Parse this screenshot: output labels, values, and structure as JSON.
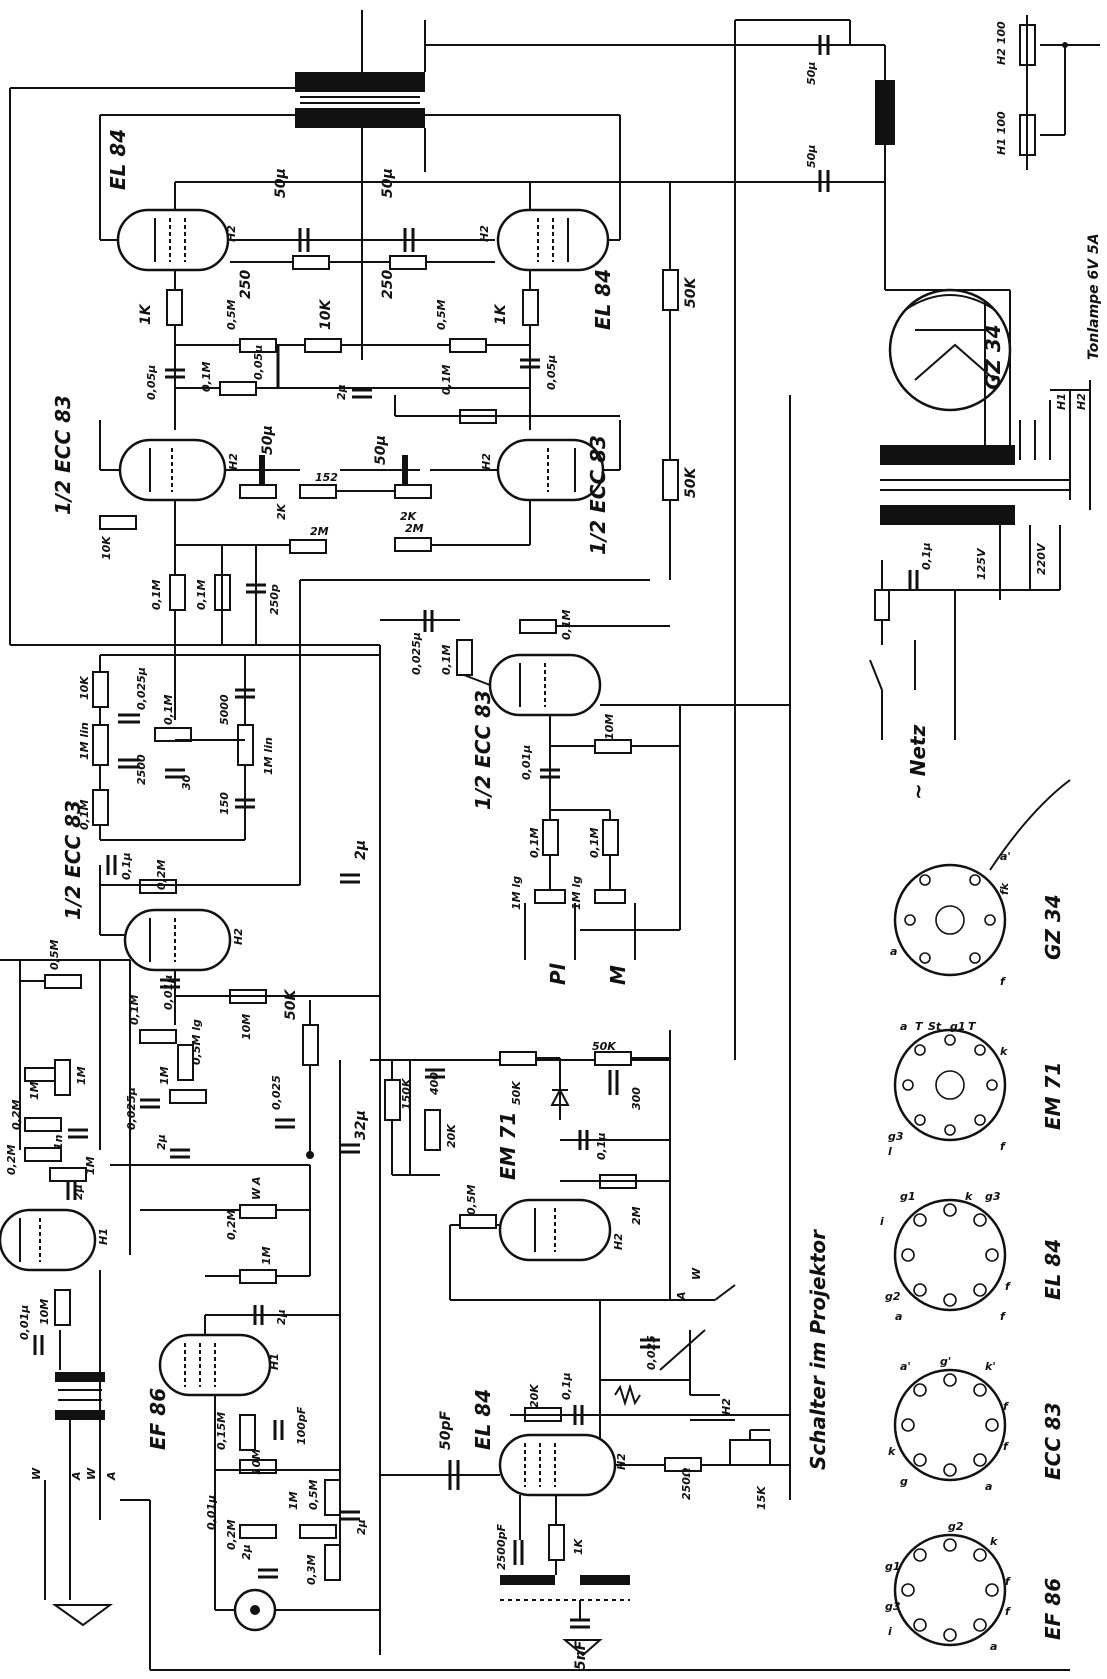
{
  "tubes": {
    "el84_top_left": "EL 84",
    "el84_top_right": "EL 84",
    "ecc83_left": "1/2 ECC 83",
    "ecc83_right": "1/2 ECC 83",
    "ecc83_mid": "1/2 ECC 83",
    "ecc83_tone": "1/2 ECC 83",
    "gz34": "GZ 34",
    "em71": "EM 71",
    "ef86": "EF 86",
    "el84_bottom": "EL 84"
  },
  "heater_marks": [
    "H2",
    "H2",
    "H2",
    "H2",
    "H2",
    "H1",
    "H1",
    "H2",
    "H2",
    "H2"
  ],
  "components": {
    "top": [
      "50µ",
      "250",
      "50µ",
      "250",
      "1K",
      "10K",
      "1K",
      "0,5M",
      "0,5M",
      "0,05µ",
      "0,05µ",
      "0,05µ",
      "2µ",
      "0,1M",
      "0,1M",
      "50K",
      "50K"
    ],
    "ecc83_stage": [
      "50µ",
      "50µ",
      "152",
      "2K",
      "2K",
      "2M",
      "2M",
      "10K",
      "0,1M",
      "0,1M",
      "250p"
    ],
    "tone": [
      "10K",
      "0,025µ",
      "0,1M",
      "5000",
      "1M lin",
      "1M lin",
      "2500",
      "30",
      "150",
      "0,1M",
      "0,1µ",
      "0,2M",
      "2µ"
    ],
    "phono": [
      "0,025µ",
      "0,1M",
      "0,1M",
      "10M",
      "0,01µ",
      "0,1M",
      "0,1M",
      "1M lg",
      "1M lg"
    ],
    "input": [
      "0,5M",
      "0,1M",
      "0,01µ",
      "10M",
      "1M",
      "0,5M lg",
      "0,025µ",
      "2µ",
      "0,2M",
      "1M",
      "1M",
      "0,2M",
      "1n",
      "2µ",
      "1M",
      "10M",
      "0,01µ"
    ],
    "middle": [
      "50K",
      "0,025",
      "32µ",
      "150K",
      "0,2M",
      "1M",
      "2µ",
      "100pF",
      "10M",
      "0,15M",
      "0,01µ",
      "0,2M",
      "1M",
      "0,5M",
      "2µ",
      "0,3M",
      "2µ"
    ],
    "em71": [
      "400",
      "20K",
      "50K",
      "50K",
      "300",
      "0,1µ",
      "2M",
      "0,5M",
      "0,025"
    ],
    "el84_bottom": [
      "20K",
      "0,1µ",
      "50pF",
      "2500pF",
      "1K",
      "250Ω",
      "15K",
      "5nF"
    ],
    "supply": [
      "50µ",
      "50µ",
      "0,1µ",
      "125V",
      "220V"
    ],
    "lamp_pots": [
      "H2 100",
      "H1 100"
    ]
  },
  "labels": {
    "netz": "~ Netz",
    "tonlampe": "Tonlampe 6V 5A",
    "schalter": "Schalter im Projektor",
    "ph": "Pl",
    "mic": "M",
    "h1": "H1",
    "h2": "H2",
    "w": "W",
    "a": "A"
  },
  "pinouts": [
    {
      "tube": "GZ 34",
      "pins": [
        "a'",
        "fk",
        "f",
        "a"
      ]
    },
    {
      "tube": "EM 71",
      "pins": [
        "a",
        "T",
        "St",
        "g1",
        "T",
        "k",
        "f",
        "g3",
        "l"
      ]
    },
    {
      "tube": "EL 84",
      "pins": [
        "g1",
        "i",
        "k",
        "g3",
        "g2",
        "a",
        "f",
        "f"
      ]
    },
    {
      "tube": "ECC 83",
      "pins": [
        "a'",
        "g'",
        "k'",
        "f",
        "f",
        "a",
        "g",
        "k"
      ]
    },
    {
      "tube": "EF 86",
      "pins": [
        "g2",
        "k",
        "g1",
        "g3",
        "i",
        "a",
        "f",
        "f"
      ]
    }
  ]
}
